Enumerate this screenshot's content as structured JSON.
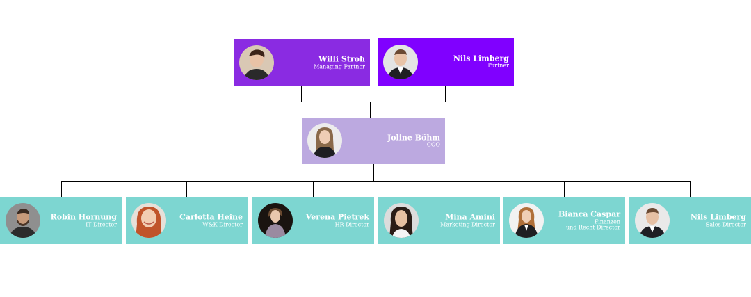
{
  "chart": {
    "top_row": [
      {
        "name": "Willi Stroh",
        "role": "Managing Partner",
        "color": "#8a2be2",
        "avatar_icon": "man-portrait-icon"
      },
      {
        "name": "Nils Limberg",
        "role": "Partner",
        "color": "#8000ff",
        "avatar_icon": "man-portrait-icon"
      }
    ],
    "middle": {
      "name": "Joline Böhm",
      "role": "COO",
      "color": "#bca9e0",
      "avatar_icon": "woman-portrait-icon"
    },
    "bottom_row": [
      {
        "name": "Robin Hornung",
        "role": "IT Director",
        "color": "#7dd6d1",
        "avatar_icon": "man-portrait-icon"
      },
      {
        "name": "Carlotta Heine",
        "role": "W&K Director",
        "color": "#7dd6d1",
        "avatar_icon": "woman-portrait-icon"
      },
      {
        "name": "Verena Pietrek",
        "role": "HR Director",
        "color": "#7dd6d1",
        "avatar_icon": "woman-portrait-icon"
      },
      {
        "name": "Mina Amini",
        "role": "Marketing Director",
        "color": "#7dd6d1",
        "avatar_icon": "woman-portrait-icon"
      },
      {
        "name": "Bianca Caspar",
        "role": "Finanzen\nund Recht Director",
        "color": "#7dd6d1",
        "avatar_icon": "woman-portrait-icon"
      },
      {
        "name": "Nils Limberg",
        "role": "Sales Director",
        "color": "#7dd6d1",
        "avatar_icon": "man-portrait-icon"
      }
    ]
  }
}
